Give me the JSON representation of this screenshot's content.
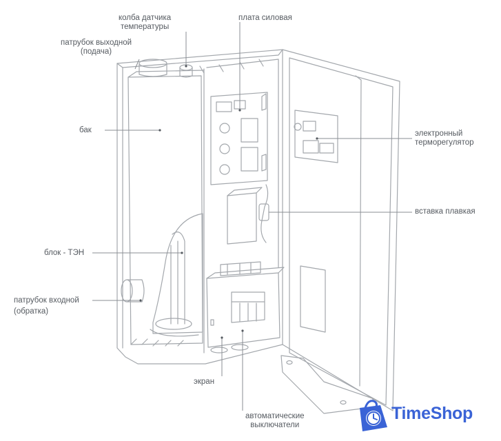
{
  "labels": {
    "sensor_flask": [
      "колба датчика",
      "температуры"
    ],
    "power_board": "плата силовая",
    "outlet_pipe": [
      "патрубок выходной",
      "(подача)"
    ],
    "tank": "бак",
    "electronic_thermostat": [
      "электронный",
      "терморегулятор"
    ],
    "fuse_insert": "вставка плавкая",
    "heater_block": "блок - ТЭН",
    "inlet_pipe": [
      "патрубок входной",
      "(обратка)"
    ],
    "screen": "экран",
    "circuit_breakers": [
      "автоматические",
      "выключатели"
    ]
  },
  "brand": {
    "name": "TimeShop",
    "color": "#3a63d6"
  },
  "colors": {
    "outline": "#9a9ea3",
    "leader": "#8a8e93",
    "text": "#555a60"
  }
}
